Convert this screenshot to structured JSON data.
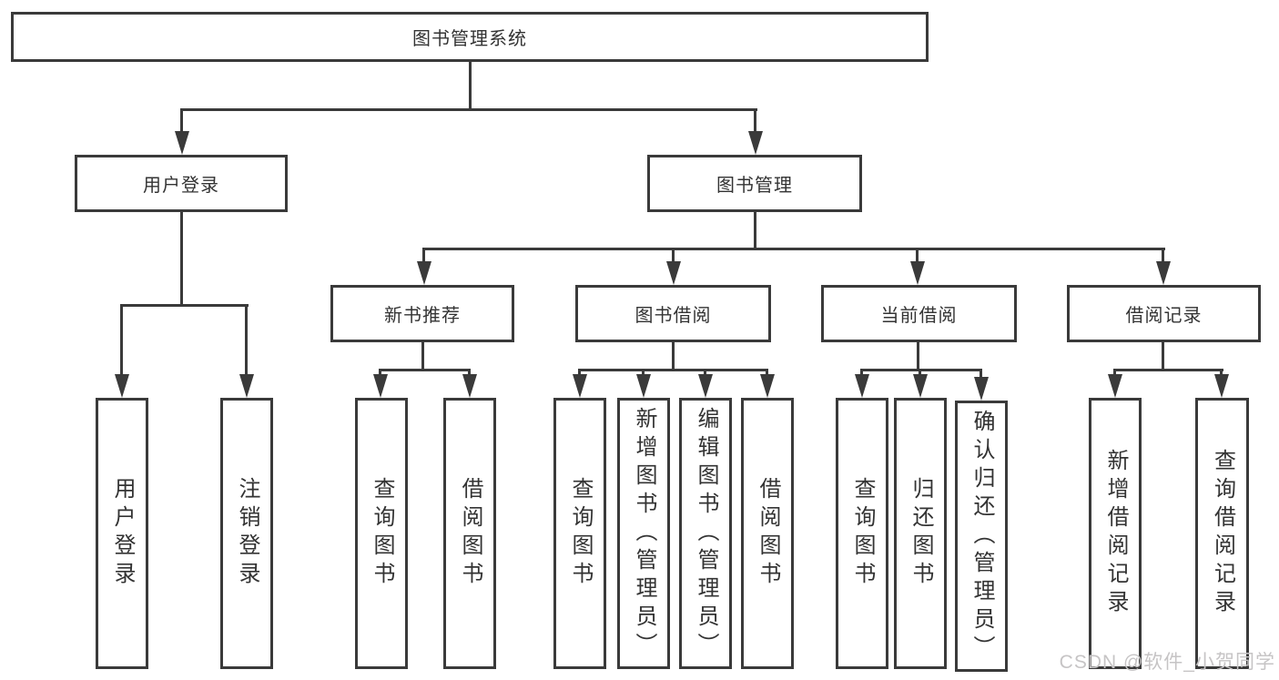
{
  "diagram": {
    "type": "hierarchy-tree",
    "title": "图书管理系统",
    "colors": {
      "line": "#3a3a3a",
      "text": "#333333",
      "background": "#ffffff",
      "watermark": "#c6c4c5"
    },
    "nodes": {
      "root": {
        "label": "图书管理系统",
        "level": 1
      },
      "user_login": {
        "label": "用户登录",
        "level": 2,
        "parent": "root"
      },
      "book_mgmt": {
        "label": "图书管理",
        "level": 2,
        "parent": "root"
      },
      "new_book_rec": {
        "label": "新书推荐",
        "level": 3,
        "parent": "book_mgmt"
      },
      "book_borrow": {
        "label": "图书借阅",
        "level": 3,
        "parent": "book_mgmt"
      },
      "current_borrow": {
        "label": "当前借阅",
        "level": 3,
        "parent": "book_mgmt"
      },
      "borrow_records": {
        "label": "借阅记录",
        "level": 3,
        "parent": "book_mgmt"
      },
      "leaf_user_login": {
        "label": "用户登录",
        "level": 4,
        "parent": "user_login"
      },
      "leaf_logout": {
        "label": "注销登录",
        "level": 4,
        "parent": "user_login"
      },
      "leaf_query_book_1": {
        "label": "查询图书",
        "level": 4,
        "parent": "new_book_rec"
      },
      "leaf_borrow_book_1": {
        "label": "借阅图书",
        "level": 4,
        "parent": "new_book_rec"
      },
      "leaf_query_book_2": {
        "label": "查询图书",
        "level": 4,
        "parent": "book_borrow"
      },
      "leaf_add_book": {
        "label": "新增图书（管理员）",
        "level": 4,
        "parent": "book_borrow"
      },
      "leaf_edit_book": {
        "label": "编辑图书（管理员）",
        "level": 4,
        "parent": "book_borrow"
      },
      "leaf_borrow_book_2": {
        "label": "借阅图书",
        "level": 4,
        "parent": "book_borrow"
      },
      "leaf_query_book_3": {
        "label": "查询图书",
        "level": 4,
        "parent": "current_borrow"
      },
      "leaf_return_book": {
        "label": "归还图书",
        "level": 4,
        "parent": "current_borrow"
      },
      "leaf_confirm_return": {
        "label": "确认归还（管理员）",
        "level": 4,
        "parent": "current_borrow"
      },
      "leaf_add_record": {
        "label": "新增借阅记录",
        "level": 4,
        "parent": "borrow_records"
      },
      "leaf_query_record": {
        "label": "查询借阅记录",
        "level": 4,
        "parent": "borrow_records"
      }
    },
    "watermark": {
      "text": "CSDN @软件_小贺同学"
    }
  }
}
